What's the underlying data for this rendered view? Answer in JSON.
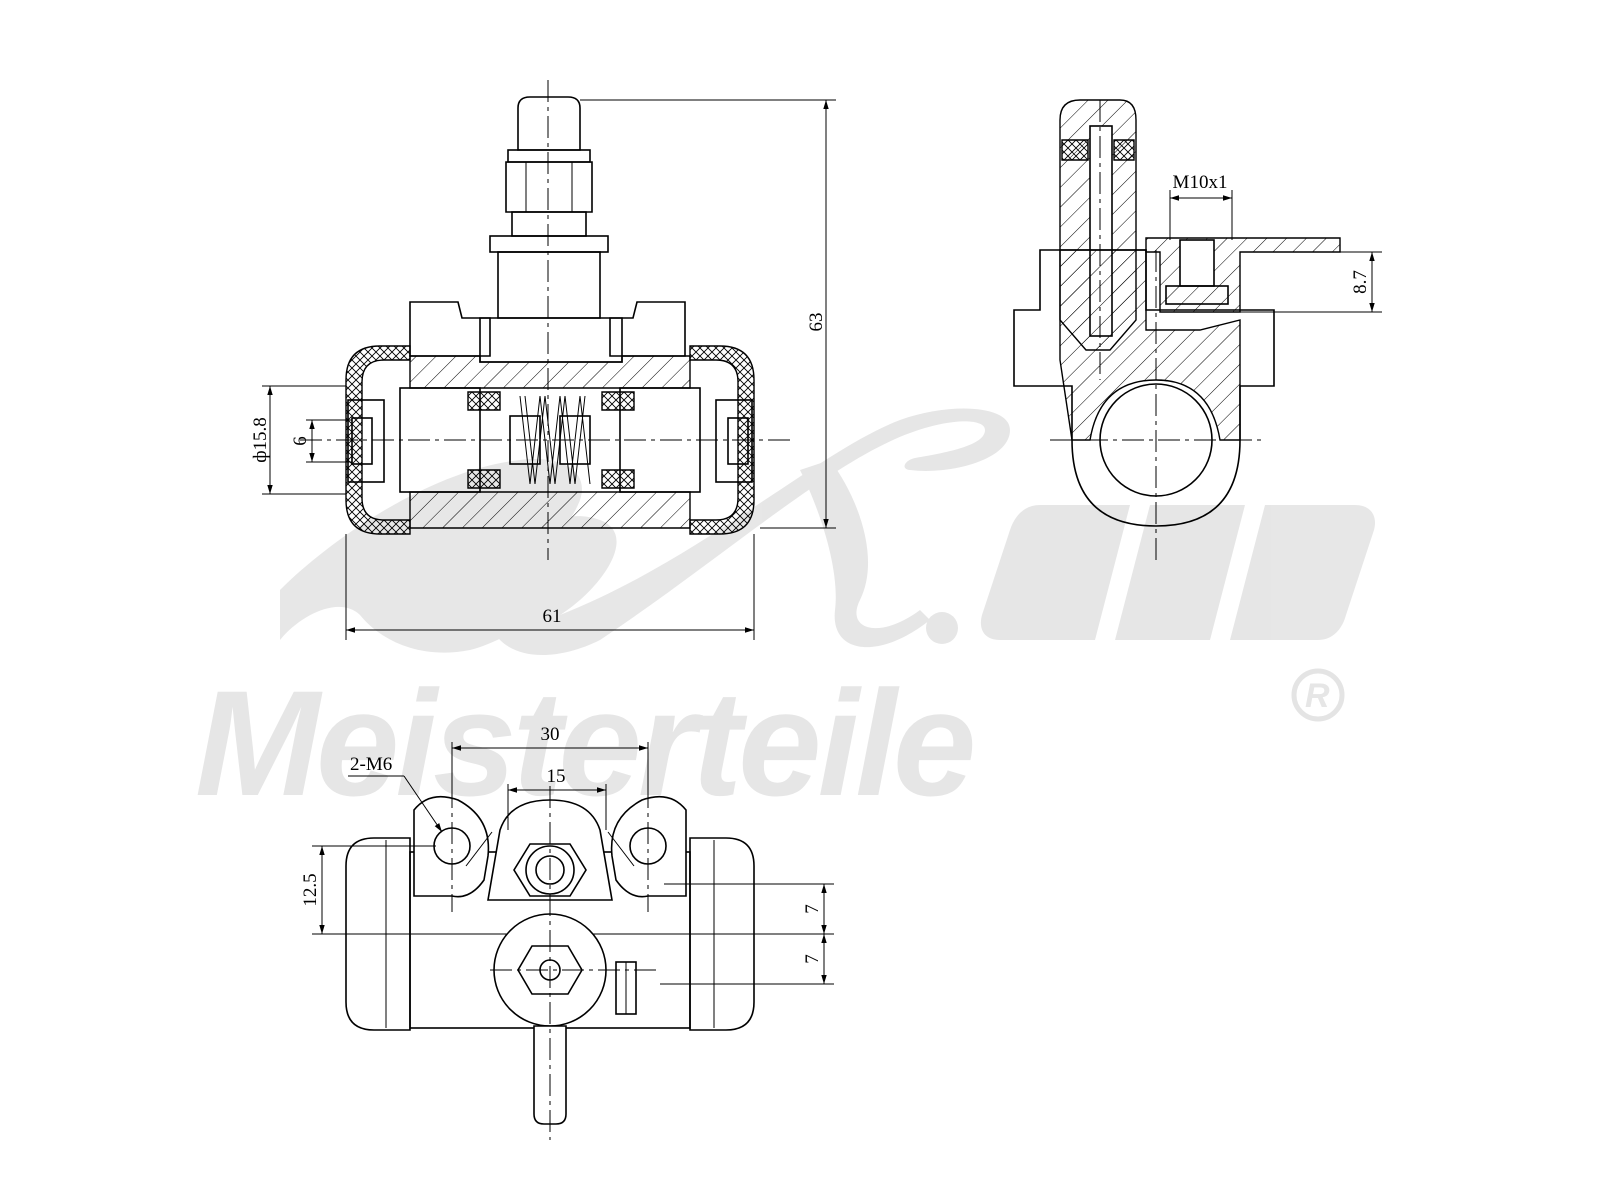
{
  "watermark": {
    "brand": "Meisterteile",
    "registered": "R"
  },
  "dimensions": {
    "height_63": "63",
    "width_61": "61",
    "bore_dia": "ф15.8",
    "inner_6": "6",
    "thread": "M10x1",
    "flange_87": "8.7",
    "bolt_spacing_30": "30",
    "spacing_15": "15",
    "bolt_thread": "2-M6",
    "offset_125": "12.5",
    "offset_7_upper": "7",
    "offset_7_lower": "7"
  },
  "icons": {
    "top_view": "cylinder-section-icon",
    "side_view": "cylinder-side-section-icon",
    "bottom_view": "cylinder-bottom-view-icon",
    "logo": "al-logo-icon"
  }
}
